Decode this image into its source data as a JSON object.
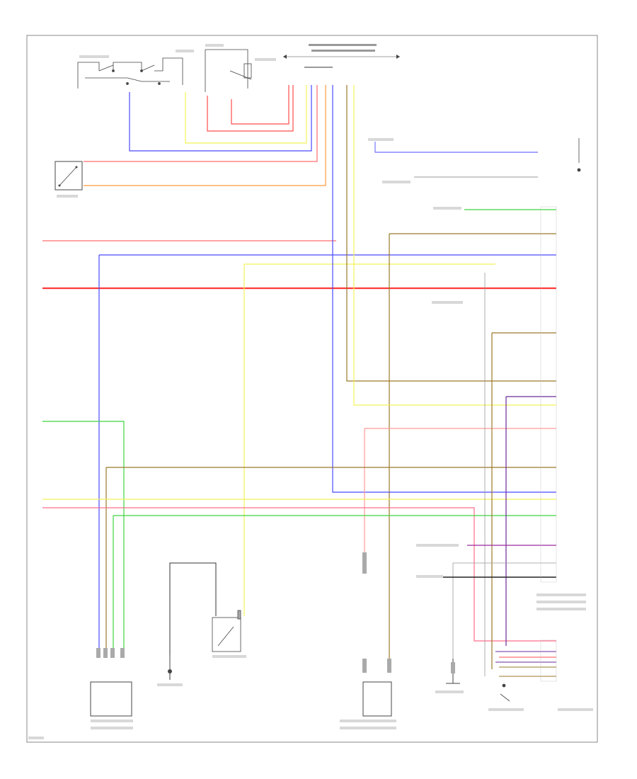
{
  "diagram": {
    "figure_code": "",
    "components": [
      {
        "id": "fuel-pump-module",
        "label": ""
      },
      {
        "id": "fuel-tank-unit-sensor",
        "label": ""
      },
      {
        "id": "engine-control-module",
        "label": ""
      },
      {
        "id": "brake-switch",
        "label": ""
      },
      {
        "id": "ground-g101",
        "label": ""
      },
      {
        "id": "ground-g200",
        "label": ""
      },
      {
        "id": "crankshaft-sensor",
        "label": ""
      }
    ],
    "wire_colors": {
      "red": "#ff4d4d",
      "blue": "#4a4aff",
      "yellow": "#f2f25a",
      "green": "#3fd43f",
      "orange": "#ff9a3c",
      "brown": "#9a7a2a",
      "violet": "#9a2a9a",
      "pink": "#ff8fa0",
      "gray": "#9a9a9a",
      "black": "#222222"
    }
  }
}
